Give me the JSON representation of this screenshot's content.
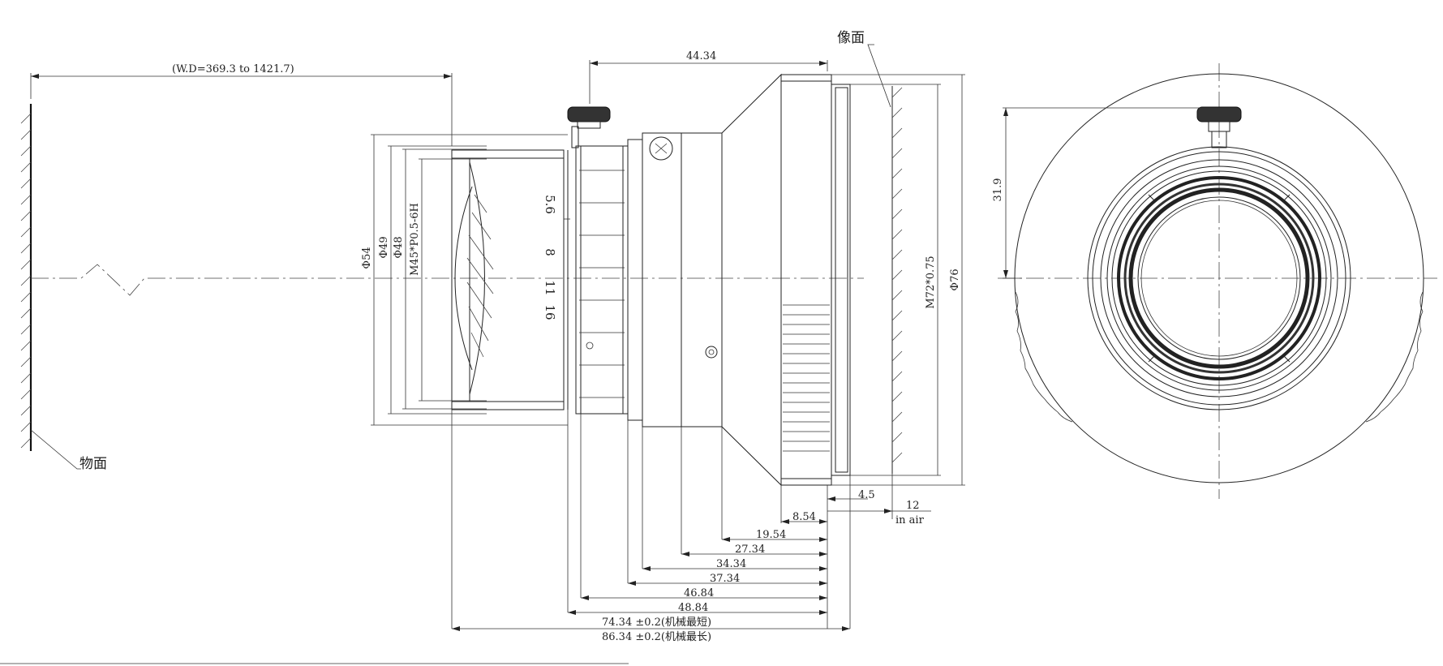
{
  "labels": {
    "object_plane": "物面",
    "image_plane": "像面",
    "working_distance": "(W.D=369.3 to 1421.7)",
    "top_length": "44.34",
    "in_air": "in air"
  },
  "diameters": {
    "d54": "Φ54",
    "d49": "Φ49",
    "d48": "Φ48",
    "m45": "M45*P0.5-6H",
    "m72": "M72*0.75",
    "d76": "Φ76",
    "h319": "31.9"
  },
  "aperture_scale": [
    "5.6",
    "8",
    "11",
    "16"
  ],
  "dimensions": {
    "d4_5": "4.5",
    "d12": "12",
    "d8_54": "8.54",
    "d19_54": "19.54",
    "d27_34": "27.34",
    "d34_34": "34.34",
    "d37_34": "37.34",
    "d46_84": "46.84",
    "d48_84": "48.84",
    "d74_34": "74.34 ±0.2(机械最短)",
    "d86_34": "86.34 ±0.2(机械最长)"
  }
}
